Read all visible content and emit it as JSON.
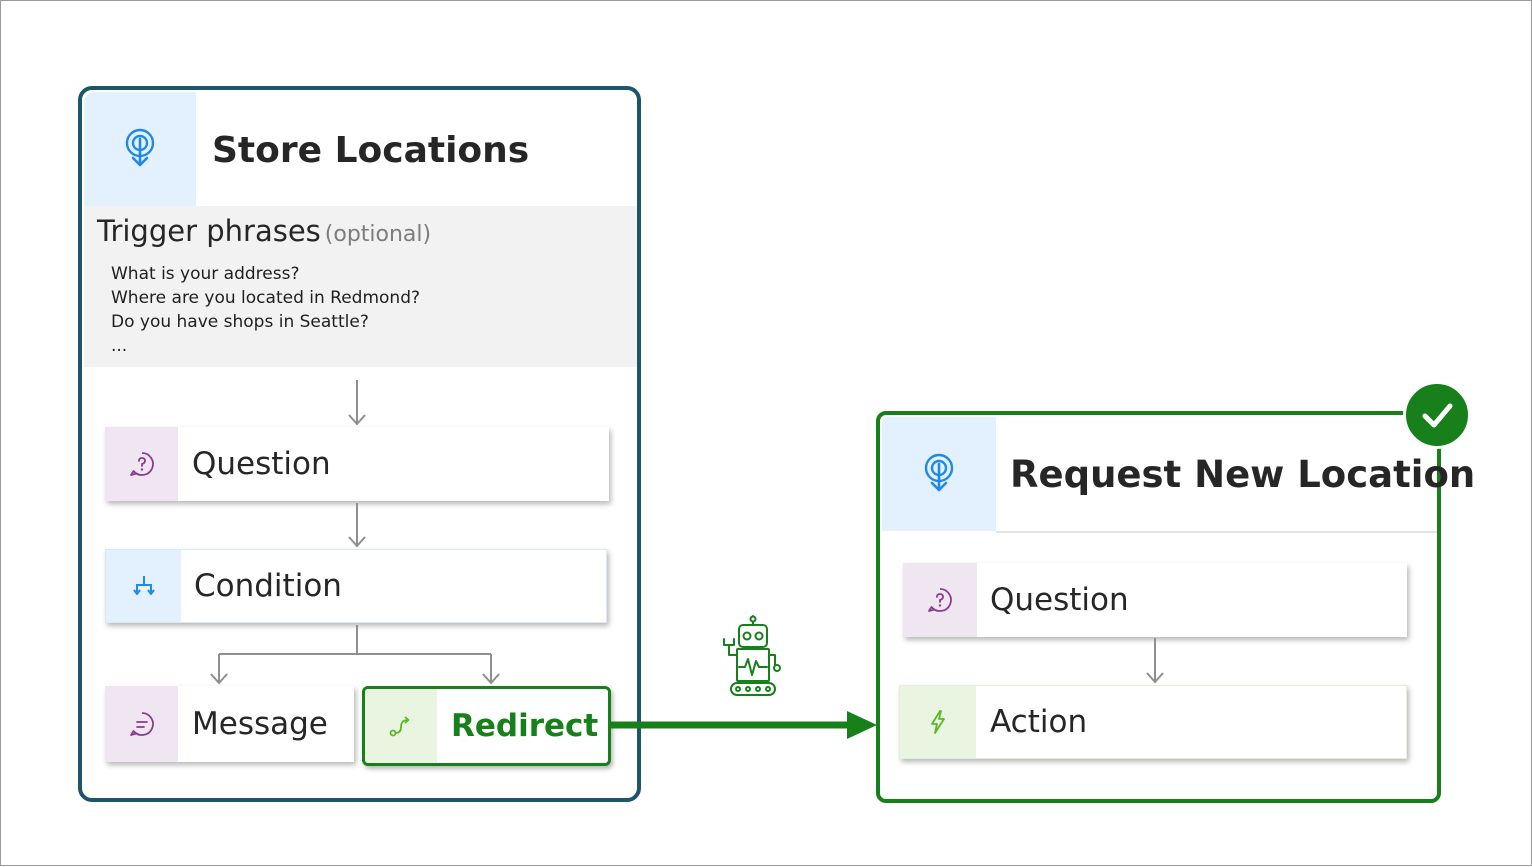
{
  "topics": {
    "store": {
      "title": "Store Locations",
      "trigger_heading": "Trigger phrases",
      "trigger_optional": "(optional)",
      "trigger_phrases": [
        "What is your address?",
        "Where are you located in Redmond?",
        "Do you have shops in Seattle?",
        "..."
      ],
      "nodes": {
        "question": "Question",
        "condition": "Condition",
        "message": "Message",
        "redirect": "Redirect"
      }
    },
    "request": {
      "title": "Request New Location",
      "nodes": {
        "question": "Question",
        "action": "Action"
      }
    }
  },
  "icons": {
    "topic": "topic-trigger-icon",
    "question": "question-icon",
    "condition": "condition-branch-icon",
    "message": "message-icon",
    "redirect": "redirect-icon",
    "action": "action-lightning-icon",
    "bot": "robot-icon",
    "status": "checkmark-icon"
  },
  "colors": {
    "store_border": "#1d5669",
    "request_border": "#17801a",
    "redirect_arrow": "#17801a",
    "topic_icon": "#1f8ae6",
    "question_icon": "#8a3c8e",
    "action_icon": "#5ab828"
  }
}
